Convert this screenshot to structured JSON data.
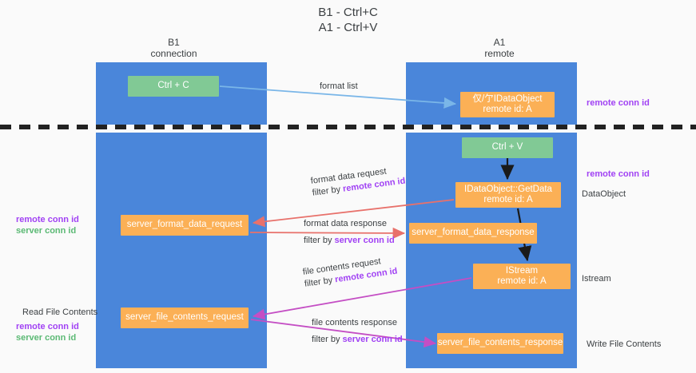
{
  "title": {
    "line1": "B1 - Ctrl+C",
    "line2": "A1 - Ctrl+V"
  },
  "columns": [
    {
      "id": "b1",
      "name": "B1",
      "role": "connection"
    },
    {
      "id": "a1",
      "name": "A1",
      "role": "remote"
    }
  ],
  "nodes": {
    "ctrl_c": {
      "label": "Ctrl + C",
      "sub": "",
      "color": "#81c995",
      "column": "b1"
    },
    "idataobject": {
      "label": "仅/亇IDataObject",
      "sub": "remote id: A",
      "color": "#fbb056",
      "column": "a1"
    },
    "ctrl_v": {
      "label": "Ctrl + V",
      "sub": "",
      "color": "#81c995",
      "column": "a1"
    },
    "getdata": {
      "label": "IDataObject::GetData",
      "sub": "remote id: A",
      "color": "#fbb056",
      "column": "a1"
    },
    "fmt_request": {
      "label": "server_format_data_request",
      "sub": "",
      "color": "#fbb056",
      "column": "b1"
    },
    "fmt_response": {
      "label": "server_format_data_response",
      "sub": "",
      "color": "#fbb056",
      "column": "a1"
    },
    "istream": {
      "label": "IStream",
      "sub": "remote id: A",
      "color": "#fbb056",
      "column": "a1"
    },
    "file_request": {
      "label": "server_file_contents_request",
      "sub": "",
      "color": "#fbb056",
      "column": "b1"
    },
    "file_response": {
      "label": "server_file_contents_response",
      "sub": "",
      "color": "#fbb056",
      "column": "a1"
    }
  },
  "edge_labels": {
    "format_list": {
      "line1": "format list",
      "line2": "",
      "filter_key": ""
    },
    "format_data_request": {
      "line1": "format data request",
      "line2": "filter by ",
      "filter_key": "remote conn id"
    },
    "format_data_response": {
      "line1": "format data response",
      "line2": "filter by ",
      "filter_key": "server conn id"
    },
    "file_contents_request": {
      "line1": "file contents request",
      "line2": "filter by ",
      "filter_key": "remote conn id"
    },
    "file_contents_response": {
      "line1": "file contents response",
      "line2": "filter by ",
      "filter_key": "server conn id"
    }
  },
  "annotations": {
    "remote_conn_id_top": "remote conn id",
    "remote_conn_id_mid": "remote conn id",
    "dataobject": "DataObject",
    "istream": "Istream",
    "write_file_contents": "Write File Contents",
    "read_file_contents": "Read File Contents",
    "ids_mid": {
      "remote": "remote conn id",
      "server": "server conn id"
    },
    "ids_bottom": {
      "remote": "remote conn id",
      "server": "server conn id"
    }
  },
  "colors": {
    "lane": "#4a86da",
    "green_node": "#81c995",
    "orange_node": "#fbb056",
    "purple_text": "#a142f4",
    "green_text": "#5bb974",
    "arrow_blue": "#7ab6e8",
    "arrow_red": "#e8716b",
    "arrow_magenta": "#c44ec4",
    "arrow_dark": "#1a1a1a",
    "divider": "#222222",
    "background": "#fafafa"
  }
}
